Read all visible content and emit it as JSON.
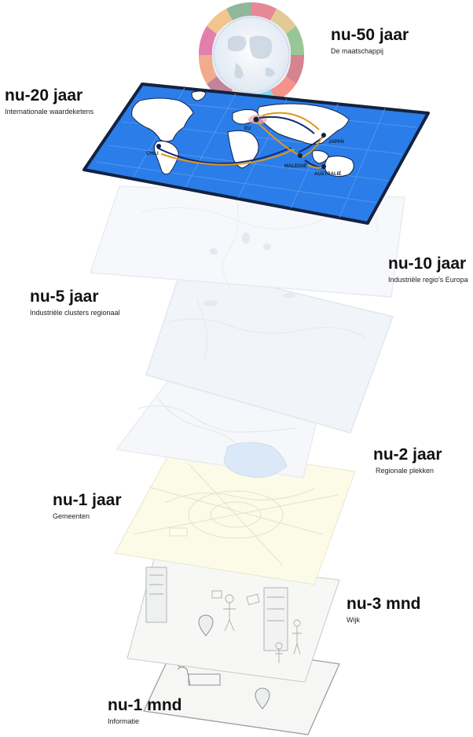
{
  "layers": [
    {
      "id": "nu-50",
      "title": "nu-50 jaar",
      "subtitle": "De maatschappij"
    },
    {
      "id": "nu-20",
      "title": "nu-20 jaar",
      "subtitle": "Internationale waardeketens"
    },
    {
      "id": "nu-10",
      "title": "nu-10 jaar",
      "subtitle": "Industriële regio's Europa"
    },
    {
      "id": "nu-5",
      "title": "nu-5 jaar",
      "subtitle": "Industriële clusters regionaal"
    },
    {
      "id": "nu-2",
      "title": "nu-2 jaar",
      "subtitle": "Regionale plekken"
    },
    {
      "id": "nu-1j",
      "title": "nu-1 jaar",
      "subtitle": "Gemeenten"
    },
    {
      "id": "nu-3m",
      "title": "nu-3 mnd",
      "subtitle": "Wijk"
    },
    {
      "id": "nu-1m",
      "title": "nu-1 mnd",
      "subtitle": "Informatie"
    }
  ],
  "map_labels": [
    "EU",
    "CHILI",
    "JAPAN",
    "MALEISIË",
    "AUSTRALIË"
  ],
  "colors": {
    "map_ocean": "#2b7de9",
    "map_border": "#13223f",
    "route_dark": "#0f2a6e",
    "route_orange": "#e0961c",
    "faint_layer": "#eef3f9",
    "yellow_layer": "#fbfbe9"
  }
}
